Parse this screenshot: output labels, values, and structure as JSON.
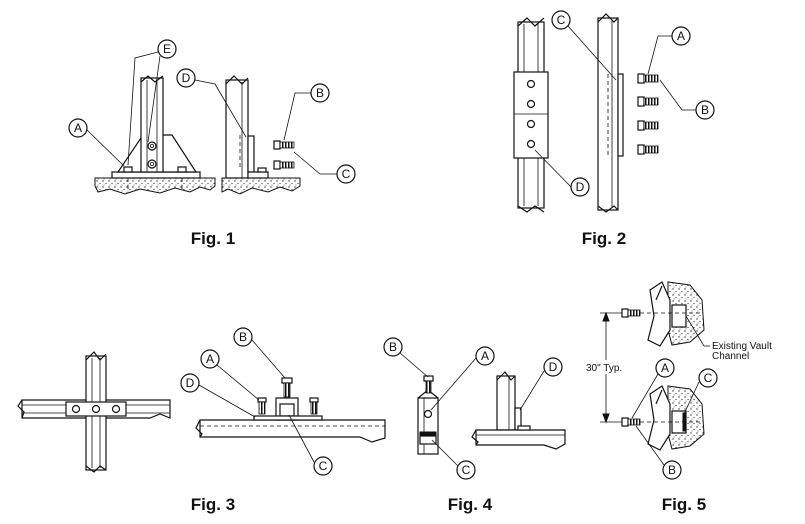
{
  "figures": [
    {
      "caption": "Fig. 1"
    },
    {
      "caption": "Fig. 2"
    },
    {
      "caption": "Fig. 3"
    },
    {
      "caption": "Fig. 4"
    },
    {
      "caption": "Fig. 5"
    }
  ],
  "callouts": {
    "A": "A",
    "B": "B",
    "C": "C",
    "D": "D",
    "E": "E"
  },
  "fig5": {
    "spacing": "30\" Typ.",
    "note_line1": "Existing Vault",
    "note_line2": "Channel"
  }
}
